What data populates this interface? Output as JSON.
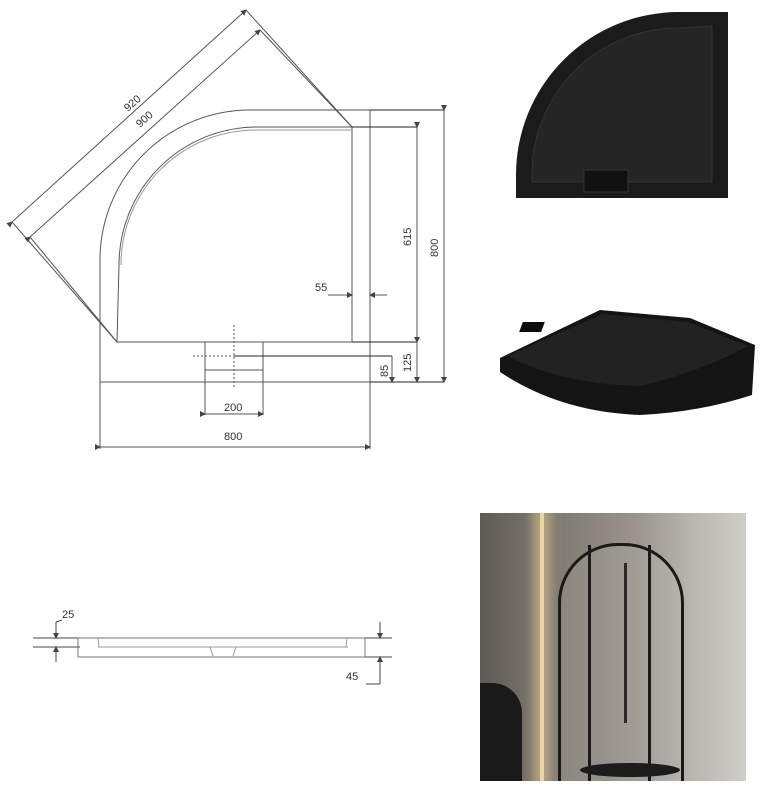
{
  "plan_drawing": {
    "diag_outer": "920",
    "diag_inner": "900",
    "rim_width": "55",
    "inner_depth": "615",
    "total_depth": "800",
    "drain_offset_rim": "125",
    "drain_offset": "85",
    "drain_width": "200",
    "total_width": "800"
  },
  "profile_drawing": {
    "rim_height": "25",
    "total_height": "45"
  },
  "colors": {
    "tray": "#1b1b1b",
    "line": "#555555"
  }
}
